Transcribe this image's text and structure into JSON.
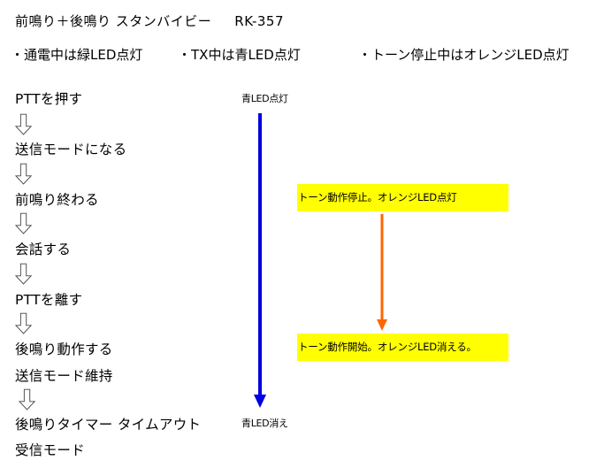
{
  "title": {
    "text": "前鳴り＋後鳴り スタンバイビー",
    "model": "RK-357"
  },
  "legend": [
    {
      "text": "・通電中は緑LED点灯"
    },
    {
      "text": "・TX中は青LED点灯"
    },
    {
      "text": "・トーン停止中はオレンジLED点灯"
    }
  ],
  "flow_steps": [
    {
      "label": "PTTを押す"
    },
    {
      "label": "送信モードになる"
    },
    {
      "label": "前鳴り終わる"
    },
    {
      "label": "会話する"
    },
    {
      "label": "PTTを離す"
    },
    {
      "label": "後鳴り動作する"
    },
    {
      "label": "送信モード維持"
    },
    {
      "label": "後鳴りタイマー タイムアウト"
    },
    {
      "label": "受信モード"
    }
  ],
  "blue_led": {
    "start_label": "青LED点灯",
    "end_label": "青LED消え",
    "color": "#0000e0"
  },
  "tone": {
    "stop_note": "トーン動作停止。オレンジLED点灯",
    "start_note": "トーン動作開始。オレンジLED消える。",
    "arrow_color": "#ff6600",
    "highlight_color": "#ffff00"
  },
  "icons": {
    "step_arrow": "hollow-down-arrow-icon"
  }
}
